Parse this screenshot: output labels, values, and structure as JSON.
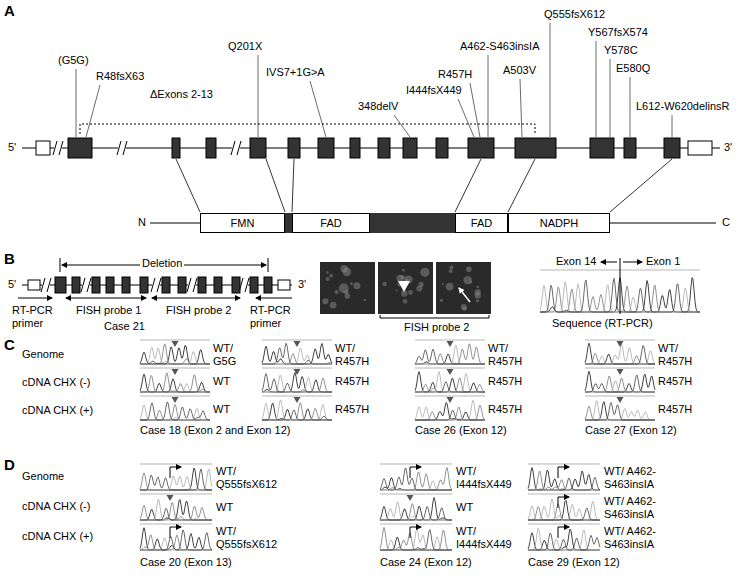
{
  "diagram": {
    "nodes": [
      {
        "text": [
          "FMN"
        ]
      },
      {
        "text": [
          "FAD"
        ]
      },
      {
        "text": [
          "FAD"
        ]
      },
      {
        "text": [
          "NADPH"
        ]
      }
    ],
    "labels": [
      "A",
      "5'",
      "(G5G)",
      "R48fsX63",
      "ΔExons 2-13",
      "Q201X",
      "IVS7+1G>A",
      "348delV",
      "I444fsX449",
      "R457H",
      "A462-S463insIA",
      "A503V",
      "Q555fsX612",
      "Y567fsX574",
      "Y578C",
      "E580Q",
      "L612-W620delinsR",
      "3'",
      "N",
      "C",
      "B",
      "5'",
      "Deletion",
      "RT-PCR primer",
      "FISH probe 1",
      "FISH probe 2",
      "RT-PCR primer",
      "3'",
      "Case 21",
      "FISH probe 2",
      "Exon 14",
      "Exon 1",
      "Sequence (RT-PCR)",
      "C",
      "Genome",
      "cDNA CHX (-)",
      "cDNA CHX (+)",
      "WT/ G5G",
      "WT",
      "WT",
      "WT/ R457H",
      "R457H",
      "R457H",
      "Case 18 (Exon 2 and Exon 12)",
      "WT/ R457H",
      "R457H",
      "R457H",
      "Case 26 (Exon 12)",
      "WT/ R457H",
      "R457H",
      "R457H",
      "Case 27 (Exon 12)",
      "D",
      "Genome",
      "cDNA CHX (-)",
      "cDNA CHX (+)",
      "WT/ Q555fsX612",
      "WT",
      "WT/ Q555fsX612",
      "Case 20 (Exon 13)",
      "WT/ I444fsX449",
      "WT",
      "WT/ I444fsX449",
      "Case 24 (Exon 12)",
      "WT/ A462-S463insIA",
      "WT/ A462-S463insIA",
      "WT/ A462-S463insIA",
      "Case 29 (Exon 12)"
    ]
  }
}
